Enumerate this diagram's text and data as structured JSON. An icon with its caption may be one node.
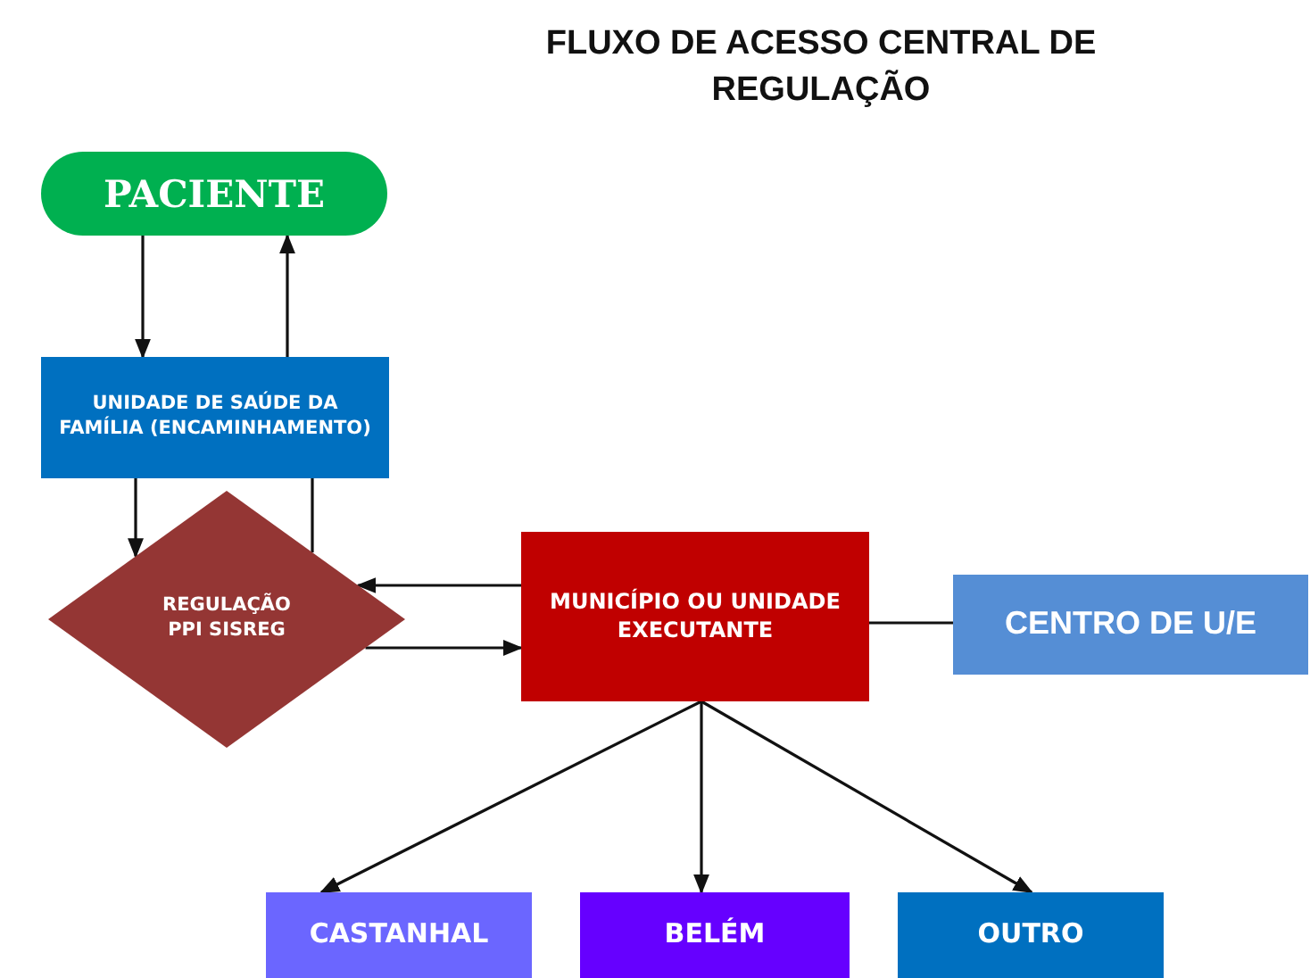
{
  "diagram": {
    "title": "FLUXO DE ACESSO CENTRAL DE REGULAÇÃO",
    "nodes": [
      {
        "text": [
          "PACIENTE"
        ]
      },
      {
        "text": [
          "UNIDADE DE SAÚDE DA FAMÍLIA (ENCAMINHAMENTO)"
        ]
      },
      {
        "text": [
          "REGULAÇÃO PPI SISREG"
        ]
      },
      {
        "text": [
          "MUNICÍPIO OU UNIDADE EXECUTANTE"
        ]
      },
      {
        "text": [
          "CENTRO DE U/E"
        ]
      },
      {
        "text": [
          "CASTANHAL"
        ]
      },
      {
        "text": [
          "BELÉM"
        ]
      },
      {
        "text": [
          "OUTRO"
        ]
      }
    ],
    "edges": [
      {
        "from": 0,
        "to": 1,
        "arrow": "to"
      },
      {
        "from": 1,
        "to": 0,
        "arrow": "to"
      },
      {
        "from": 1,
        "to": 2,
        "arrow": "to"
      },
      {
        "from": 2,
        "to": 1,
        "arrow": "none"
      },
      {
        "from": 3,
        "to": 2,
        "arrow": "to"
      },
      {
        "from": 2,
        "to": 3,
        "arrow": "to"
      },
      {
        "from": 4,
        "to": 3,
        "arrow": "none"
      },
      {
        "from": 3,
        "to": 5,
        "arrow": "to"
      },
      {
        "from": 3,
        "to": 6,
        "arrow": "to"
      },
      {
        "from": 3,
        "to": 7,
        "arrow": "to"
      }
    ]
  }
}
